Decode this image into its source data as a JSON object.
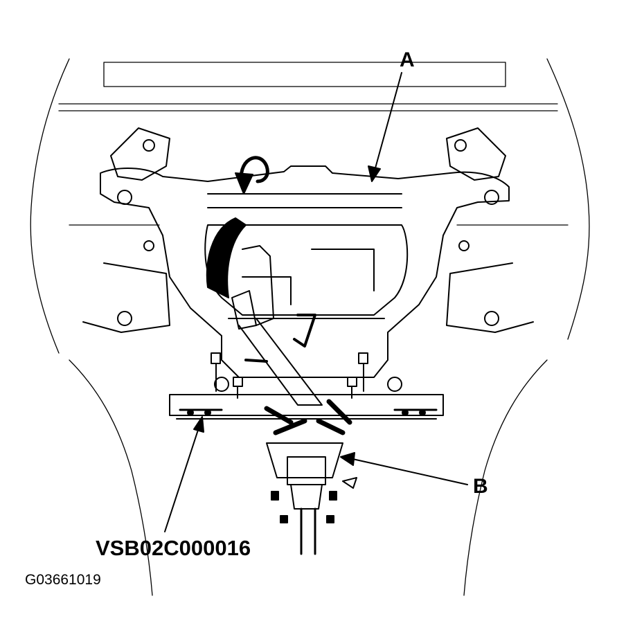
{
  "callouts": {
    "a": "A",
    "b": "B"
  },
  "tool_code": "VSB02C000016",
  "figure_id": "G03661019",
  "colors": {
    "line": "#000000",
    "background": "#ffffff"
  }
}
